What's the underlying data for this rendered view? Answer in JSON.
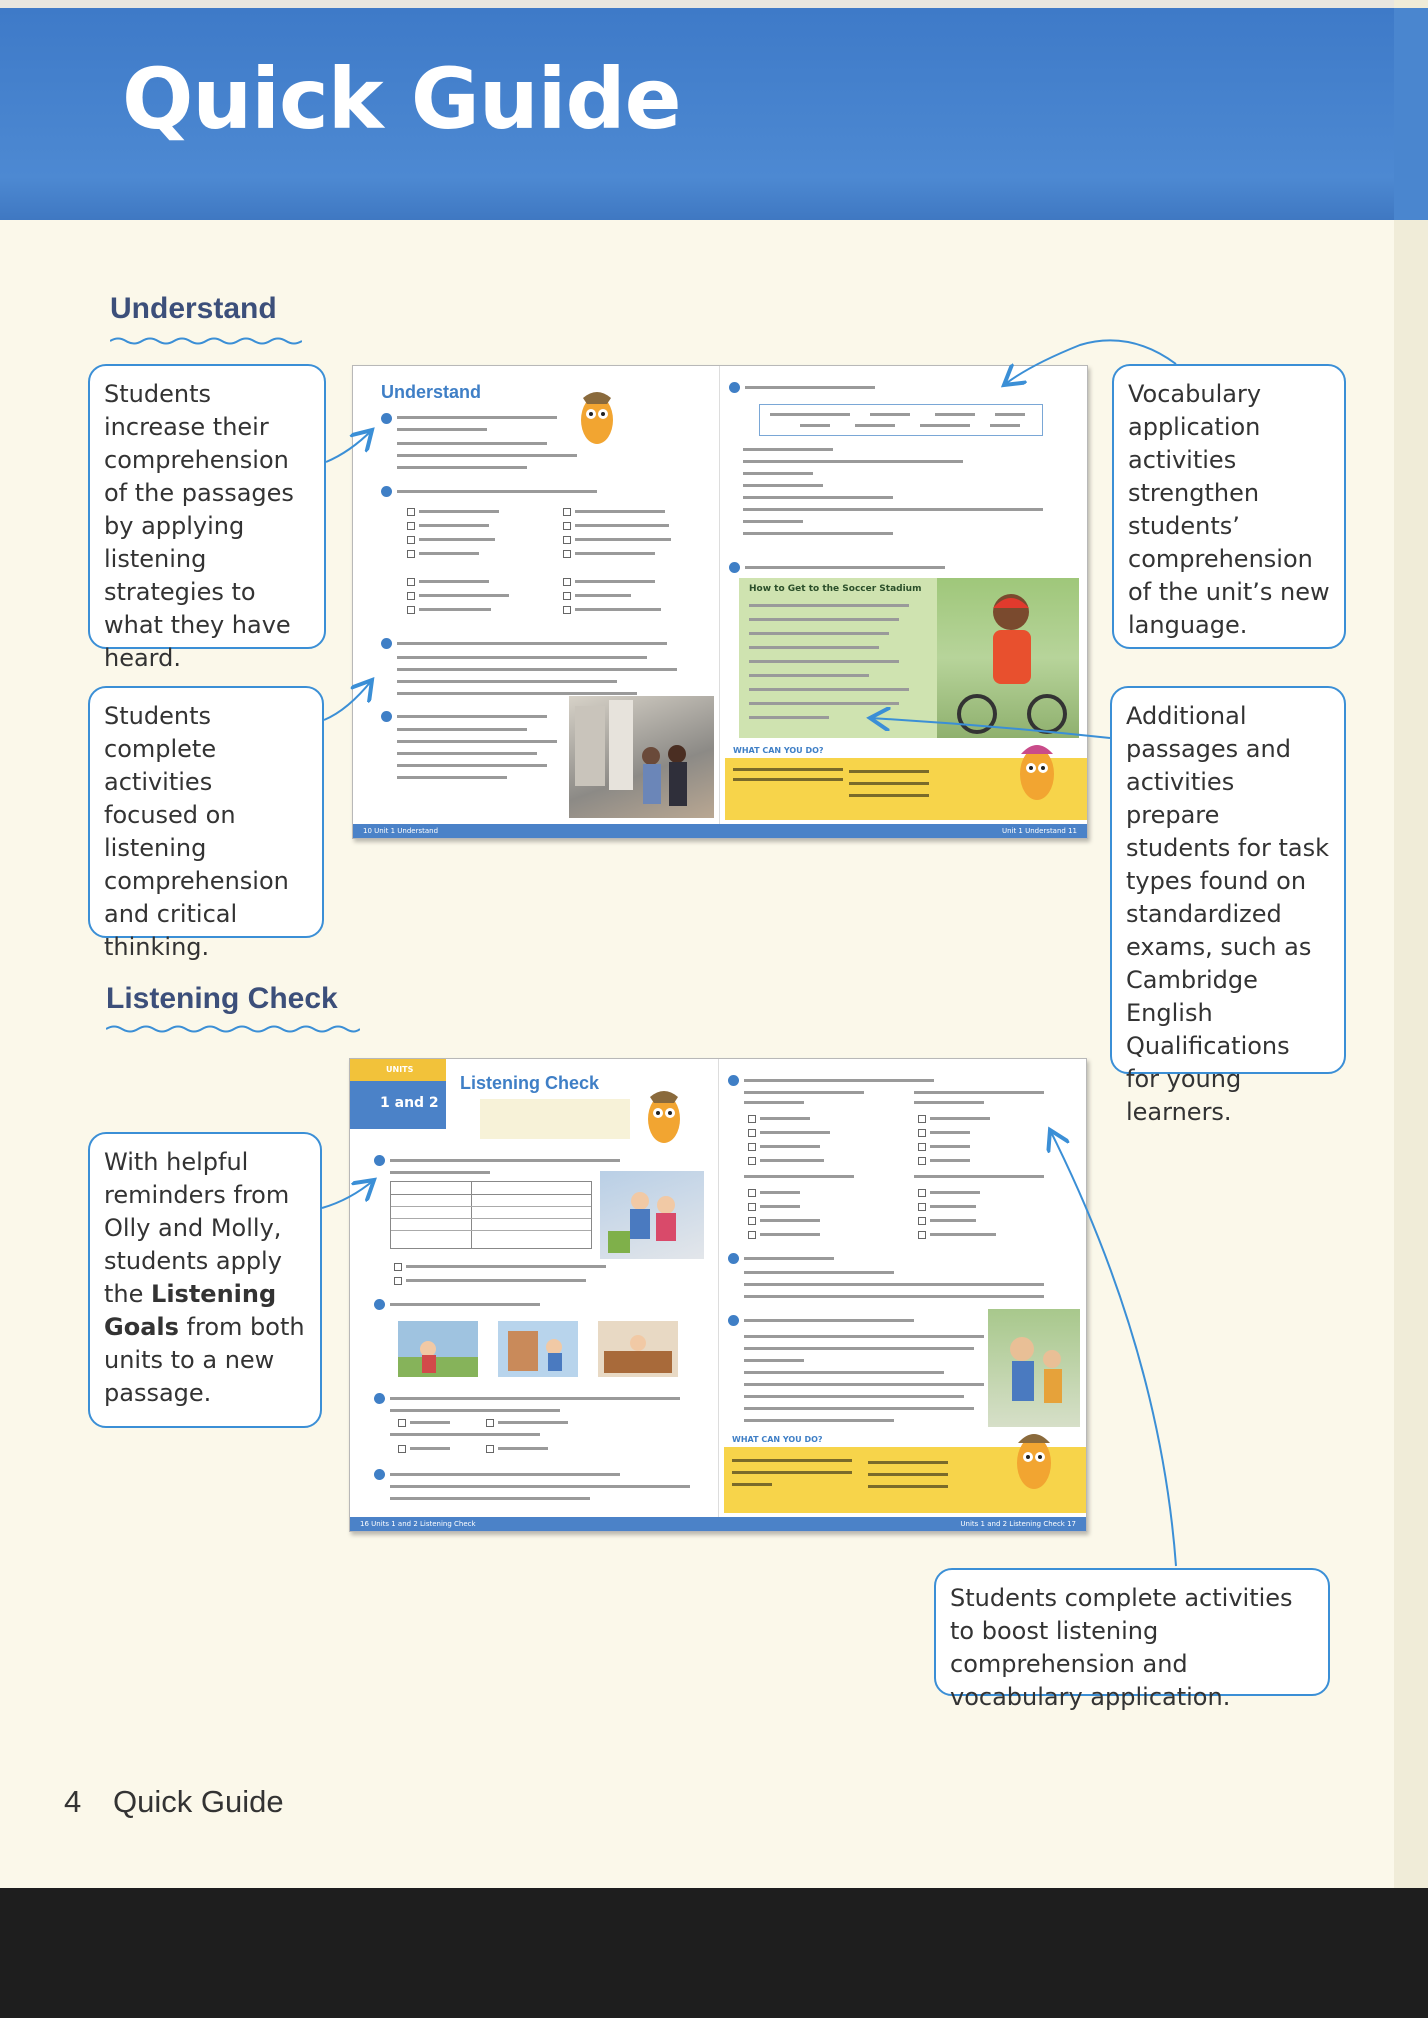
{
  "page_title": "Quick Guide",
  "sections": {
    "understand": "Understand",
    "listening_check": "Listening Check"
  },
  "notes": {
    "understand_left_1": "Students increase their comprehension of the passages by applying listening strategies to what they have heard.",
    "understand_left_2": "Students complete activities focused on listening comprehension and critical thinking.",
    "understand_right_1": "Vocabulary application activities strengthen students’ comprehension of the unit’s new language.",
    "understand_right_2": "Additional passages and activities prepare students for task types found on standardized exams, such as Cambridge English Qualifications for young learners.",
    "listening_left_pre": "With helpful reminders from Olly and Molly, students apply the",
    "listening_left_bold": "Listening Goals",
    "listening_left_post": "from both units to a new passage.",
    "listening_right": "Students complete activities to boost listening comprehension and vocabulary application."
  },
  "spread1": {
    "title": "Understand",
    "footer_left": "10   Unit 1  Understand",
    "footer_right": "Unit 1  Understand   11",
    "box_title": "How to Get to the Soccer Stadium",
    "what_can": "WHAT CAN YOU DO?"
  },
  "spread2": {
    "title": "Listening Check",
    "units_label": "UNITS",
    "units_num": "1 and 2",
    "footer_left": "16   Units 1 and 2  Listening Check",
    "footer_right": "Units 1 and 2  Listening Check   17",
    "what_can": "WHAT CAN YOU DO?"
  },
  "footer": {
    "page_number": "4",
    "label": "Quick Guide"
  },
  "colors": {
    "header_blue": "#4a86cf",
    "note_border": "#3b8fd6",
    "section_title": "#3c4f7a"
  }
}
